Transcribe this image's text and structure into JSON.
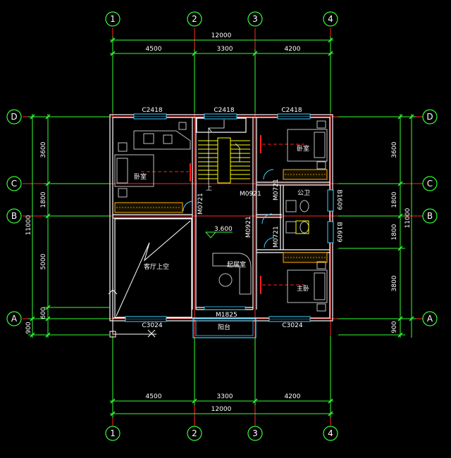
{
  "colors": {
    "background": "#000000",
    "axis_line": "#ff2a2a",
    "dimension": "#33ff33",
    "wall": "#ffffff",
    "stair": "#ffff00",
    "window": "#3fd0ff",
    "text": "#ffffff",
    "door": "#ff2020",
    "furniture": "#bfbfbf"
  },
  "axes": {
    "vertical": [
      "1",
      "2",
      "3",
      "4"
    ],
    "horizontal": [
      "D",
      "C",
      "B",
      "A"
    ]
  },
  "dimensions": {
    "total_width": "12000",
    "top_segments": [
      "4500",
      "3300",
      "4200"
    ],
    "bottom_total": "12000",
    "bottom_segments": [
      "4500",
      "3300",
      "4200"
    ],
    "total_depth": "11000",
    "left_segments": [
      "3600",
      "1800",
      "5000",
      "600",
      "900"
    ],
    "right_segments": [
      "3600",
      "1800",
      "1800",
      "3800",
      "900"
    ]
  },
  "windows": {
    "top": [
      "C2418",
      "C2418",
      "C2418"
    ],
    "bottom": [
      "C3024",
      "C3024"
    ],
    "right": [
      "B1609",
      "B1609"
    ]
  },
  "doors": {
    "m0921_top": "M0921",
    "m0921_mid": "M0921",
    "m0721_left": "M0721",
    "m0721_right_top": "M0721",
    "m0721_right_bottom": "M0721",
    "m1825": "M1825"
  },
  "rooms": {
    "bedroom_nw": "卧室",
    "bedroom_ne": "卧室",
    "master_bedroom": "主卧",
    "void": "客厅上空",
    "living": "起居室",
    "toilet": "公卫",
    "balcony": "阳台"
  },
  "stair_label": "上",
  "elevation": "3.600"
}
